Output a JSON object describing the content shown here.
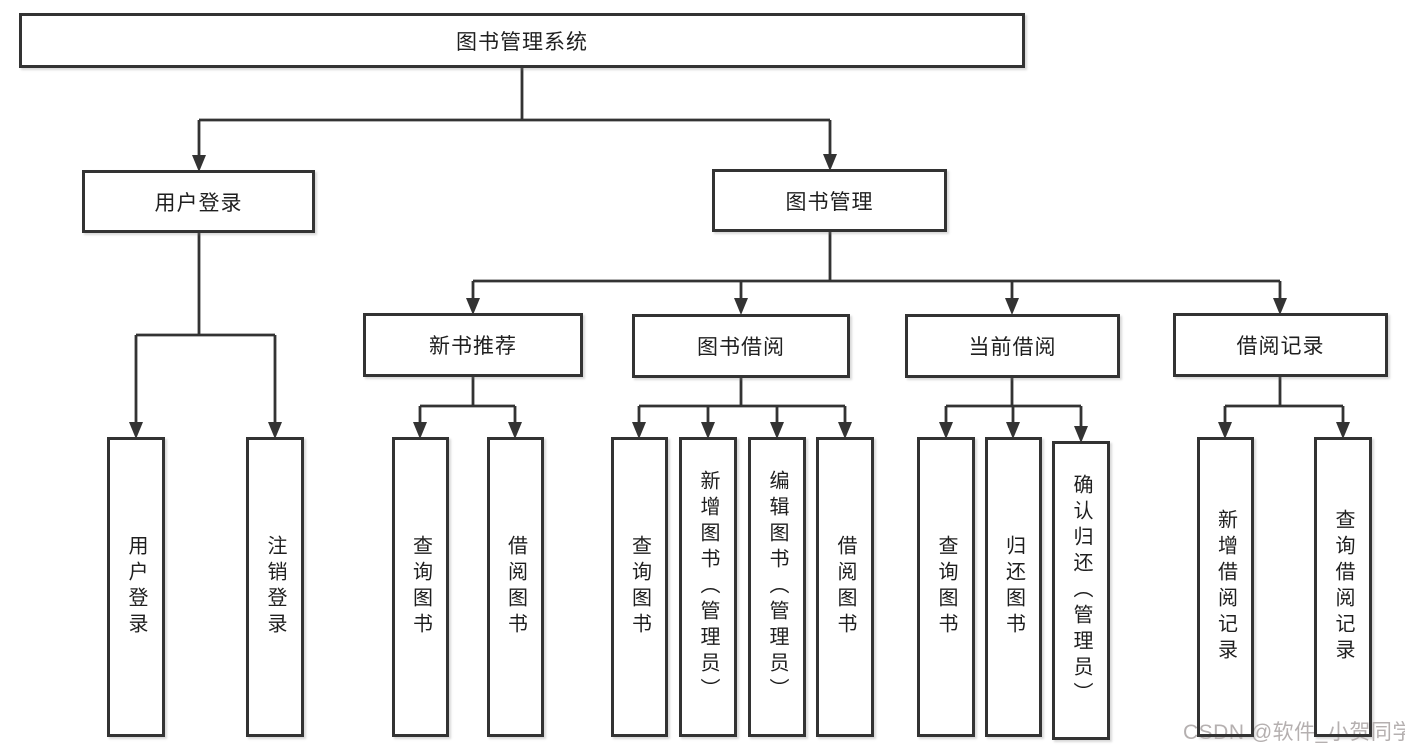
{
  "tree": {
    "root": {
      "label": "图书管理系统",
      "children": [
        {
          "label": "用户登录",
          "children": [
            {
              "label": "用户登录"
            },
            {
              "label": "注销登录"
            }
          ]
        },
        {
          "label": "图书管理",
          "children": [
            {
              "label": "新书推荐",
              "children": [
                {
                  "label": "查询图书"
                },
                {
                  "label": "借阅图书"
                }
              ]
            },
            {
              "label": "图书借阅",
              "children": [
                {
                  "label": "查询图书"
                },
                {
                  "label": "新增图书（管理员）"
                },
                {
                  "label": "编辑图书（管理员）"
                },
                {
                  "label": "借阅图书"
                }
              ]
            },
            {
              "label": "当前借阅",
              "children": [
                {
                  "label": "查询图书"
                },
                {
                  "label": "归还图书"
                },
                {
                  "label": "确认归还（管理员）"
                }
              ]
            },
            {
              "label": "借阅记录",
              "children": [
                {
                  "label": "新增借阅记录"
                },
                {
                  "label": "查询借阅记录"
                }
              ]
            }
          ]
        }
      ]
    }
  },
  "watermark": {
    "text": "CSDN @软件_小贺同学"
  },
  "colors": {
    "line": "#333333",
    "text": "#1f1f1f",
    "background": "#ffffff",
    "watermark": "#b5b0b0"
  }
}
